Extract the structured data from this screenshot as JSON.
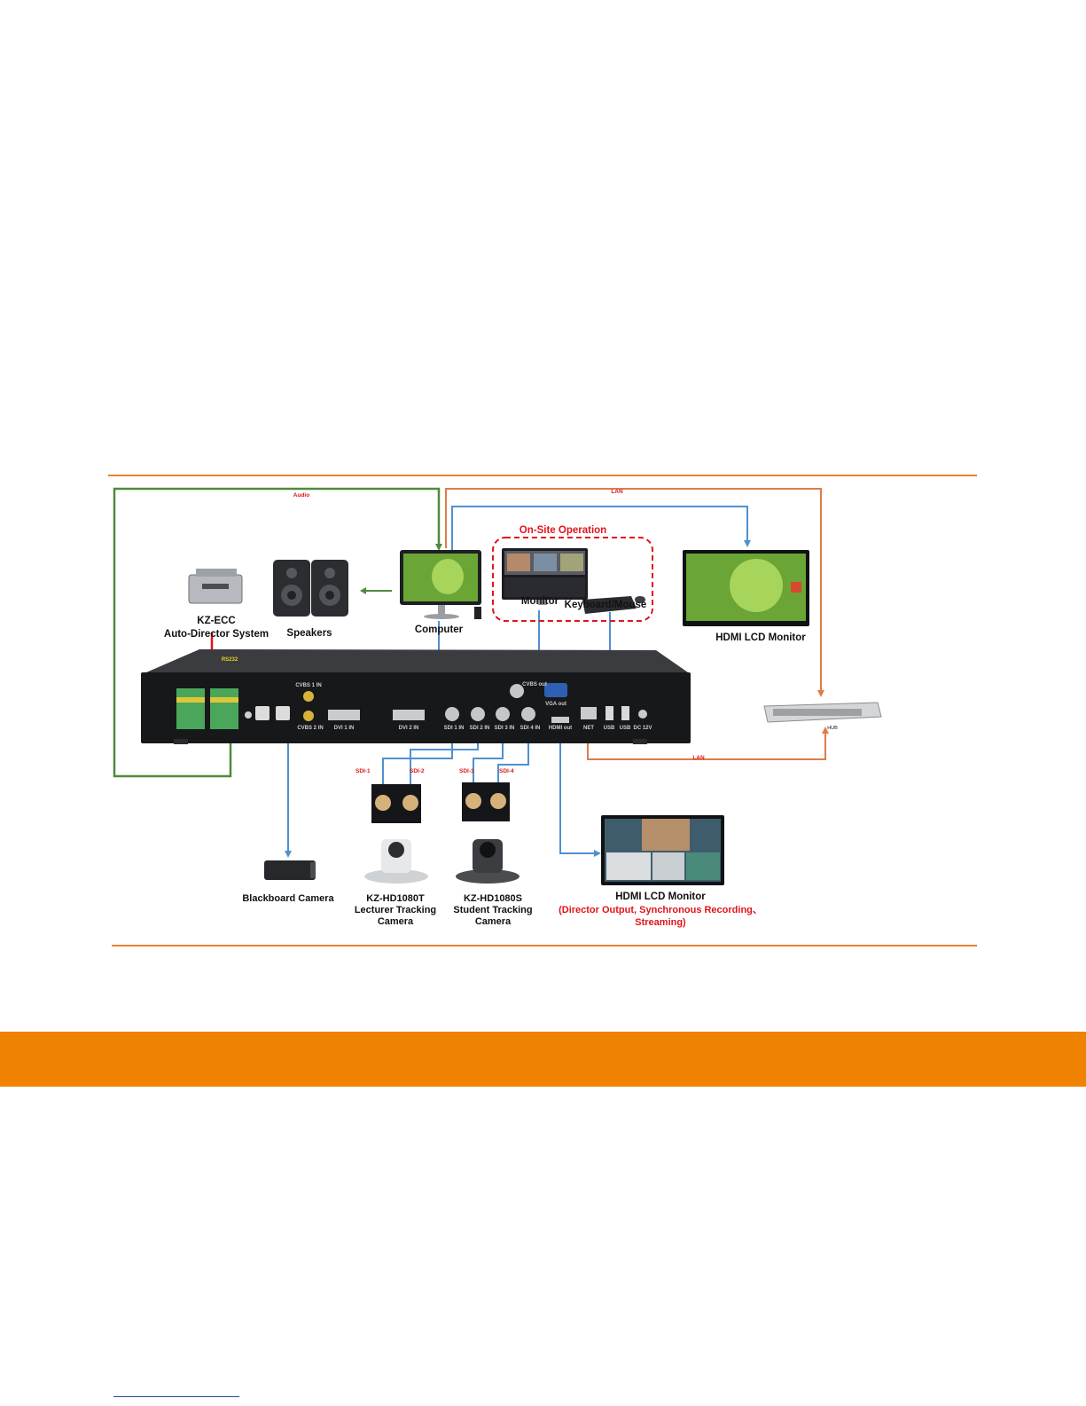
{
  "diagram": {
    "rule_color": "#e8832a",
    "device_labels": {
      "kz_ecc_line1": "KZ-ECC",
      "kz_ecc_line2": "Auto-Director System",
      "speakers": "Speakers",
      "computer": "Computer",
      "monitor": "Monitor",
      "keyboard_mouse": "Keyboard/Mouse",
      "hdmi_monitor_top": "HDMI LCD Monitor",
      "hub": "HUB",
      "blackboard_camera": "Blackboard Camera",
      "lecturer_line1": "KZ-HD1080T",
      "lecturer_line2": "Lecturer Tracking",
      "lecturer_line3": "Camera",
      "student_line1": "KZ-HD1080S",
      "student_line2": "Student Tracking",
      "student_line3": "Camera",
      "hdmi_monitor_bottom": "HDMI LCD Monitor",
      "director_line1": "(Director Output, Synchronous Recording、",
      "director_line2": "Streaming)"
    },
    "group_label": "On-Site Operation",
    "connection_labels": {
      "audio": "Audio",
      "lan_top": "LAN",
      "lan_bottom": "LAN",
      "rs232": "RS232",
      "sdi1": "SDI-1",
      "sdi2": "SDI-2",
      "sdi3": "SDI-3",
      "sdi4": "SDI-4"
    },
    "port_labels": {
      "cvbs1": "CVBS 1 IN",
      "cvbs2": "CVBS 2 IN",
      "cvbs_out": "CVBS out",
      "dvi1": "DVI 1 IN",
      "dvi2": "DVI 2 IN",
      "sdi1_in": "SDI 1 IN",
      "sdi2_in": "SDI 2 IN",
      "sdi3_in": "SDI 3 IN",
      "sdi4_in": "SDI 4 IN",
      "vga_out": "VGA out",
      "hdmi_out": "HDMI out",
      "net": "NET",
      "usb1": "USB",
      "usb2": "USB",
      "dc": "DC 12V"
    },
    "colors": {
      "audio_line": "#4f8a3c",
      "video_line": "#4f91cf",
      "lan_line": "#e07b4a",
      "control_line": "#e0141b",
      "accent_red": "#e0141b"
    }
  },
  "footer": {
    "band_color": "#ef8200"
  }
}
